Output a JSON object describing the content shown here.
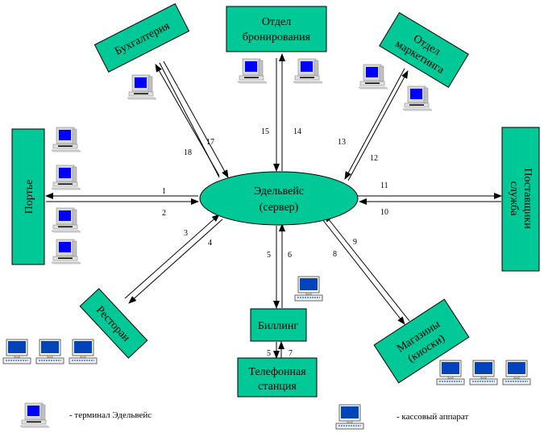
{
  "diagram": {
    "server": {
      "line1": "Эдельвейс",
      "line2": "(сервер)"
    },
    "nodes": {
      "accounting": "Бухгалтерия",
      "booking": {
        "line1": "Отдел",
        "line2": "бронирования"
      },
      "marketing": {
        "line1": "Отдел",
        "line2": "маркетинга"
      },
      "porter": "Портье",
      "suppliers": {
        "line1": "Поставщики",
        "line2": "служба"
      },
      "restaurant": "Ресторан",
      "billing": "Биллинг",
      "phone_station": {
        "line1": "Телефонная",
        "line2": "станция"
      },
      "shops": {
        "line1": "Магазины",
        "line2": "(киоски)"
      }
    },
    "flow_labels": {
      "l1": "1",
      "l2": "2",
      "l3": "3",
      "l4": "4",
      "l5": "5",
      "l6": "6",
      "l7": "7",
      "l8": "8",
      "l9": "9",
      "l10": "10",
      "l11": "11",
      "l12": "12",
      "l13": "13",
      "l14": "14",
      "l15": "15",
      "l17": "17",
      "l18": "18",
      "l5b": "5"
    },
    "legend": {
      "terminal": "- терминал Эдельвейс",
      "cash_register": "- кассовый аппарат"
    },
    "colors": {
      "node_fill": "#00c896",
      "screen": "#0000ff",
      "register_screen": "#0044bb"
    }
  }
}
